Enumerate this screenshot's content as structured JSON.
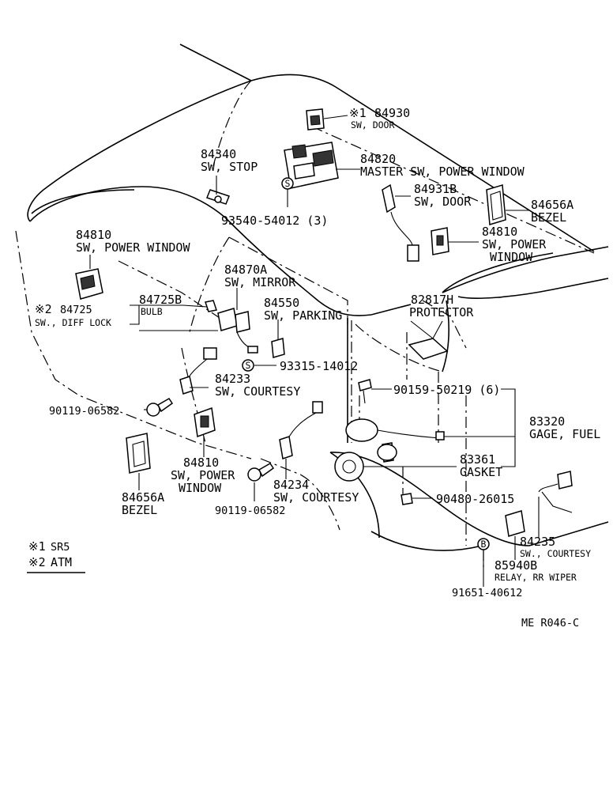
{
  "labels": {
    "p84930": "84930",
    "sr1": "※1",
    "p84930_desc": "SW, DOOR",
    "p84340": "84340",
    "p84340_desc": "SW, STOP",
    "p84820": "84820",
    "p84820_desc": "MASTER SW, POWER WINDOW",
    "p93540": "93540-54012 (3)",
    "p84931b": "84931B",
    "p84931b_desc": "SW, DOOR",
    "p84656a_r": "84656A",
    "p84656a_r_desc": "BEZEL",
    "p84810_r": "84810",
    "p84810_r_desc1": "SW, POWER",
    "p84810_r_desc2": "WINDOW",
    "p84810_l": "84810",
    "p84810_l_desc": "SW, POWER WINDOW",
    "p84870a": "84870A",
    "p84870a_desc": "SW, MIRROR",
    "p84725b": "84725B",
    "p84725b_desc": "BULB",
    "sr2": "※2",
    "p84725": "84725",
    "p84725_desc": "SW., DIFF LOCK",
    "p84550": "84550",
    "p84550_desc": "SW, PARKING",
    "p82817h": "82817H",
    "p82817h_desc": "PROTECTOR",
    "p93315": "93315-14012",
    "p84233": "84233",
    "p84233_desc": "SW, COURTESY",
    "p90159": "90159-50219 (6)",
    "p90119_l": "90119-06582",
    "p83320": "83320",
    "p83320_desc": "GAGE, FUEL",
    "p84810_m": "84810",
    "p84810_m_desc1": "SW, POWER",
    "p84810_m_desc2": "WINDOW",
    "p83361": "83361",
    "p83361_desc": "GASKET",
    "p84656a_l": "84656A",
    "p84656a_l_desc": "BEZEL",
    "p84234": "84234",
    "p84234_desc": "SW, COURTESY",
    "p90480": "90480-26015",
    "p90119_m": "90119-06582",
    "p84235": "84235",
    "p84235_desc": "SW., COURTESY",
    "legend1_mark": "※1",
    "legend1_text": "SR5",
    "legend2_mark": "※2",
    "legend2_text": "ATM",
    "p85940b": "85940B",
    "p85940b_desc": "RELAY, RR WIPER",
    "p91651": "91651-40612",
    "s_mark": "S",
    "b_mark": "B",
    "ref": "ME  R046-C"
  }
}
